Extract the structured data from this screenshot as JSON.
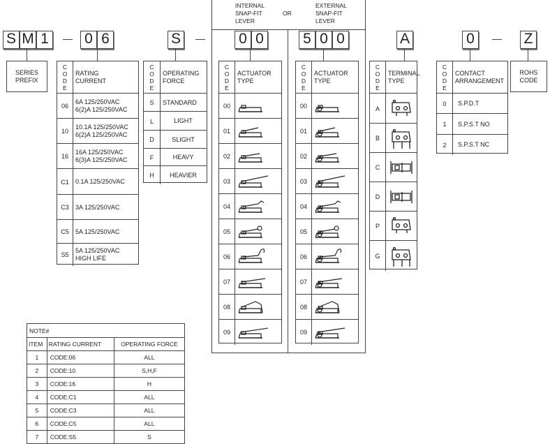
{
  "part_number": {
    "series": [
      "S",
      "M",
      "1"
    ],
    "rating": [
      "0",
      "6"
    ],
    "force": [
      "S"
    ],
    "actuator_internal": [
      "0",
      "0"
    ],
    "actuator_external": [
      "5",
      "0",
      "0"
    ],
    "terminal": [
      "A"
    ],
    "contact": [
      "0"
    ],
    "rohs": [
      "Z"
    ]
  },
  "code_header": "C\nO\nD\nE",
  "series_prefix": {
    "label": "SERIES\nPREFIX"
  },
  "rating_current": {
    "header": "RATING\nCURRENT",
    "rows": [
      {
        "code": "06",
        "desc": "6A 125/250VAC\n6(2)A 125/250VAC"
      },
      {
        "code": "10",
        "desc": "10.1A 125/250VAC\n6(2)A 125/250VAC"
      },
      {
        "code": "16",
        "desc": "16A 125/250VAC\n6(3)A 125/250VAC"
      },
      {
        "code": "C1",
        "desc": "0.1A 125/250VAC"
      },
      {
        "code": "C3",
        "desc": "3A 125/250VAC"
      },
      {
        "code": "C5",
        "desc": "5A 125/250VAC"
      },
      {
        "code": "S5",
        "desc": "5A 125/250VAC\nHIGH LIFE"
      }
    ]
  },
  "operating_force": {
    "header": "OPERATING\nFORCE",
    "rows": [
      {
        "code": "S",
        "desc": "STANDARD"
      },
      {
        "code": "L",
        "desc": "LIGHT"
      },
      {
        "code": "D",
        "desc": "SLIGHT"
      },
      {
        "code": "F",
        "desc": "HEAVY"
      },
      {
        "code": "H",
        "desc": "HEAVIER"
      }
    ]
  },
  "actuator_section": {
    "internal_label": "INTERNAL\nSNAP-FIT\nLEVER",
    "or_label": "OR",
    "external_label": "EXTERNAL\nSNAP-FIT\nLEVER",
    "header": "ACTUATOR\nTYPE",
    "codes": [
      "00",
      "01",
      "02",
      "03",
      "04",
      "05",
      "06",
      "07",
      "08",
      "09"
    ]
  },
  "terminal_type": {
    "header": "TERMINAL\nTYPE",
    "codes": [
      "A",
      "B",
      "C",
      "D",
      "P",
      "G"
    ]
  },
  "contact_arrangement": {
    "header": "CONTACT\nARRANGEMENT",
    "rows": [
      {
        "code": "0",
        "desc": "S.P.D.T"
      },
      {
        "code": "1",
        "desc": "S.P.S.T NO"
      },
      {
        "code": "2",
        "desc": "S.P.S.T NC"
      }
    ]
  },
  "rohs": {
    "label": "ROHS\nCODE"
  },
  "note": {
    "title": "NOTE#",
    "headers": [
      "ITEM",
      "RATING CURRENT",
      "OPERATING FORCE"
    ],
    "rows": [
      [
        "1",
        "CODE:06",
        "ALL"
      ],
      [
        "2",
        "CODE:10",
        "S,H,F"
      ],
      [
        "3",
        "CODE:16",
        "H"
      ],
      [
        "4",
        "CODE:C1",
        "ALL"
      ],
      [
        "5",
        "CODE:C3",
        "ALL"
      ],
      [
        "6",
        "CODE:C5",
        "ALL"
      ],
      [
        "7",
        "CODE:S5",
        "S"
      ]
    ]
  }
}
